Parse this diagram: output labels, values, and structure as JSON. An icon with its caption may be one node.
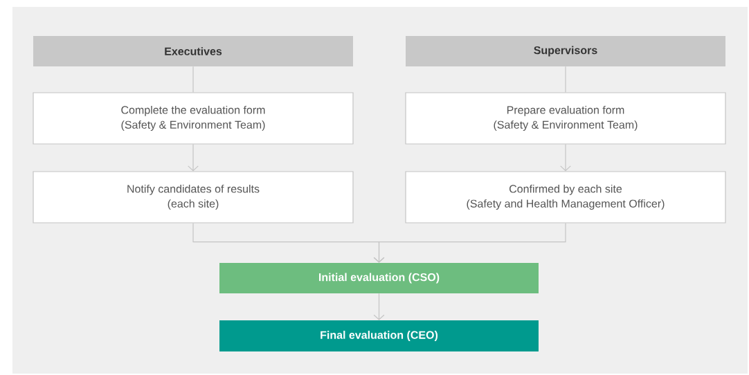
{
  "diagram": {
    "nodes": [
      {
        "text": [
          "Executives"
        ]
      },
      {
        "text": [
          "Supervisors"
        ]
      },
      {
        "text": [
          "Complete the evaluation form",
          "(Safety & Environment Team)"
        ]
      },
      {
        "text": [
          "Prepare evaluation form",
          "(Safety & Environment Team)"
        ]
      },
      {
        "text": [
          "Notify candidates of results",
          "(each site)"
        ]
      },
      {
        "text": [
          "Confirmed by each site",
          "(Safety and Health Management Officer)"
        ]
      },
      {
        "text": [
          "Initial evaluation (CSO)"
        ]
      },
      {
        "text": [
          "Final evaluation (CEO)"
        ]
      }
    ],
    "edges": [
      {
        "from": 0,
        "to": 2,
        "arrow": "none"
      },
      {
        "from": 2,
        "to": 4,
        "arrow": "to"
      },
      {
        "from": 1,
        "to": 3,
        "arrow": "none"
      },
      {
        "from": 3,
        "to": 5,
        "arrow": "to"
      },
      {
        "from": 4,
        "to": 6,
        "arrow": "to"
      },
      {
        "from": 5,
        "to": 6,
        "arrow": "to"
      },
      {
        "from": 6,
        "to": 7,
        "arrow": "to"
      }
    ]
  }
}
